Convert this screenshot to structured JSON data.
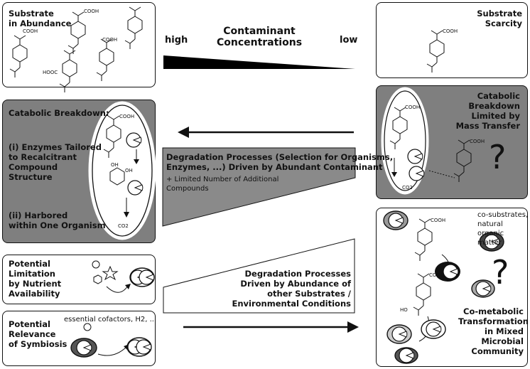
{
  "top_left": {
    "title": "Substrate\nin Abundance"
  },
  "top_right": {
    "title": "Substrate\nScarcity"
  },
  "concentration": {
    "title": "Contaminant\nConcentrations",
    "high": "high",
    "low": "low"
  },
  "catabolic": {
    "title": "Catabolic Breakdown:",
    "point1": "(i) Enzymes Tailored\nto Recalcitrant\nCompound\nStructure",
    "point2": "(ii) Harbored\nwithin One Organism"
  },
  "limited": {
    "title": "Catabolic\nBreakdown\nLimited by\nMass Transfer",
    "question": "?"
  },
  "degradation_abundant": {
    "title": "Degradation Processes (Selection for Organisms,\nEnzymes, ...) Driven by Abundant Contaminant",
    "extra": "+ Limited Number of  Additional\nCompounds"
  },
  "degradation_other": {
    "title": "Degradation Processes\nDriven by Abundance of\nother Substrates / Environmental Conditions"
  },
  "nutrient": {
    "title": "Potential\nLimitation\nby Nutrient\nAvailability"
  },
  "symbiosis": {
    "title": "Potential\nRelevance\nof Symbiosis",
    "note": "essential cofactors, H2, ..."
  },
  "cometabolic": {
    "title": "Co-metabolic\nTransformation\nin Mixed\nMicrobial\nCommunity",
    "cosubstrates": "co-substrates,\nnatural\norganic\nmatter",
    "question": "?"
  },
  "chem_labels": {
    "cooh": "COOH",
    "hooc": "HOOC",
    "oh": "OH",
    "ho": "HO",
    "co2": "CO2"
  }
}
